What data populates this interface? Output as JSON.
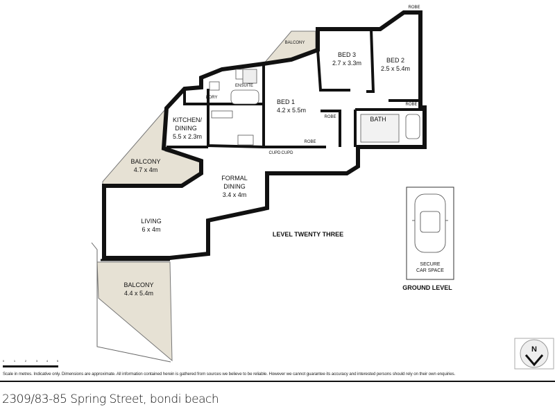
{
  "plan": {
    "level_label": "LEVEL TWENTY THREE",
    "ground_label": "GROUND LEVEL",
    "rooms": {
      "bed3": {
        "name": "BED 3",
        "size": "2.7 x 3.3m"
      },
      "bed2": {
        "name": "BED 2",
        "size": "2.5 x 5.4m"
      },
      "bed1": {
        "name": "BED 1",
        "size": "4.2 x 5.5m"
      },
      "kitchen": {
        "name1": "KITCHEN/",
        "name2": "DINING",
        "size": "5.5 x 2.3m"
      },
      "balcony_top": {
        "name": "BALCONY"
      },
      "balcony_left": {
        "name": "BALCONY",
        "size": "4.7 x 4m"
      },
      "balcony_bottom": {
        "name": "BALCONY",
        "size": "4.4 x 5.4m"
      },
      "formal_dining": {
        "name1": "FORMAL",
        "name2": "DINING",
        "size": "3.4 x 4m"
      },
      "living": {
        "name": "LIVING",
        "size": "6 x 4m"
      },
      "bath": {
        "name": "BATH"
      },
      "ensuite": {
        "name": "ENSUITE"
      },
      "laundry": {
        "name": "L'DRY"
      },
      "robe_bed2": "ROBE",
      "robe_bed2_b": "ROBE",
      "robe_bed1_a": "ROBE",
      "robe_bed1_b": "ROBE",
      "cupd1": "CUPD",
      "cupd2": "CUPD"
    },
    "car_space": {
      "line1": "SECURE",
      "line2": "CAR SPACE"
    },
    "compass": "N",
    "scale_ticks": [
      "0",
      "1",
      "2",
      "3",
      "4",
      "5"
    ],
    "balcony_color": "#e6e1d4"
  },
  "footer": {
    "disclaimer": "Scale in metres. Indicative only. Dimensions are approximate. All information contained herein is gathered from sources we believe to be reliable. However we cannot guarantee its accuracy and interested persons should rely on their own enquiries.",
    "address": "2309/83-85 Spring Street, bondi beach"
  }
}
